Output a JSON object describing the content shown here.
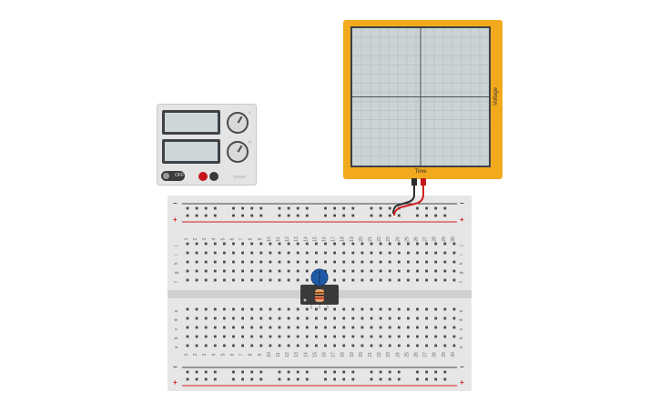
{
  "power_supply": {
    "knob_voltage_labels": [
      "0",
      "V"
    ],
    "knob_current_labels": [
      "0",
      "A"
    ],
    "switch_label": "OFF",
    "colors": {
      "body": "#e4e4e4",
      "display": "#cfd6d8",
      "terminal_pos": "#c4161c",
      "terminal_neg": "#3a3a3a"
    }
  },
  "oscilloscope": {
    "x_label": "Time",
    "y_label": "Voltage",
    "colors": {
      "frame": "#f2a91d",
      "screen": "#ccd3d5",
      "grid": "#b3bbbe"
    }
  },
  "breadboard": {
    "rail_minus": "−",
    "rail_plus": "+",
    "column_numbers": [
      "1",
      "2",
      "3",
      "4",
      "5",
      "6",
      "7",
      "8",
      "9",
      "10",
      "11",
      "12",
      "13",
      "14",
      "15",
      "16",
      "17",
      "18",
      "19",
      "20",
      "21",
      "22",
      "23",
      "24",
      "25",
      "26",
      "27",
      "28",
      "29",
      "30"
    ],
    "rows_top": [
      "j",
      "i",
      "h",
      "g",
      "f"
    ],
    "rows_bottom": [
      "e",
      "d",
      "c",
      "b",
      "a"
    ],
    "colors": {
      "body": "#e6e6e6",
      "hole": "#4a4a4a",
      "rail_red": "#d22020",
      "rail_dark": "#444444"
    }
  },
  "components": {
    "chip": "transistor",
    "potentiometer": "blue potentiometer",
    "resistor": "resistor"
  }
}
